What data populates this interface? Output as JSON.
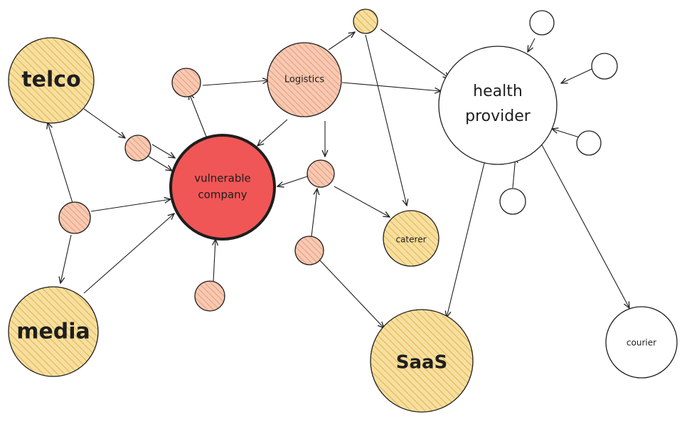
{
  "title": "Supply chain dependency diagram",
  "colors": {
    "major_fill": "#f6df9f",
    "major_hatch": "#e4b24a",
    "minor_fill": "#f7c9b3",
    "minor_hatch": "#e5966f",
    "target_fill": "#f05656",
    "stroke": "#1e1e1e",
    "plain_fill": "#ffffff"
  },
  "nodes": {
    "telco": {
      "label": "telco"
    },
    "media": {
      "label": "media"
    },
    "vulnerable_company": {
      "label_line1": "vulnerable",
      "label_line2": "company"
    },
    "logistics": {
      "label": "Logistics"
    },
    "health_provider": {
      "label_line1": "health",
      "label_line2": "provider"
    },
    "caterer": {
      "label": "caterer"
    },
    "saas": {
      "label": "SaaS"
    },
    "courier": {
      "label": "courier"
    }
  }
}
